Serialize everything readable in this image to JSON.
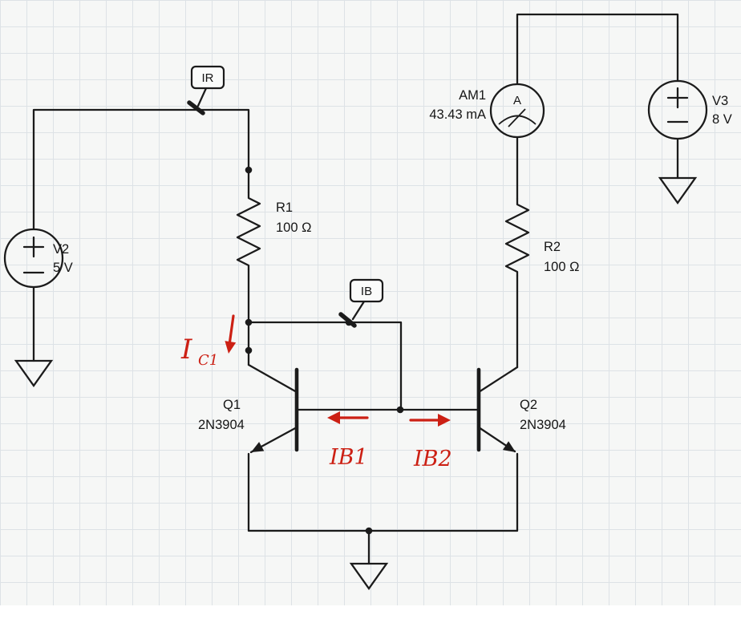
{
  "probes": {
    "ir": "IR",
    "ib": "IB"
  },
  "sources": {
    "v2": {
      "label": "V2",
      "value": "5 V"
    },
    "v3": {
      "label": "V3",
      "value": "8 V"
    }
  },
  "resistors": {
    "r1": {
      "label": "R1",
      "value": "100 Ω"
    },
    "r2": {
      "label": "R2",
      "value": "100 Ω"
    }
  },
  "ammeter": {
    "label": "AM1",
    "reading": "43.43 mA",
    "dial_letter": "A"
  },
  "transistors": {
    "q1": {
      "label": "Q1",
      "model": "2N3904"
    },
    "q2": {
      "label": "Q2",
      "model": "2N3904"
    }
  },
  "annotations": {
    "ic1_main": "I",
    "ic1_sub": "C1",
    "ib1": "IB1",
    "ib2": "IB2"
  },
  "colors": {
    "wire": "#1b1b1b",
    "annotation_red": "#cc2014",
    "grid_line": "#dde2e6",
    "background": "#f6f7f6"
  }
}
